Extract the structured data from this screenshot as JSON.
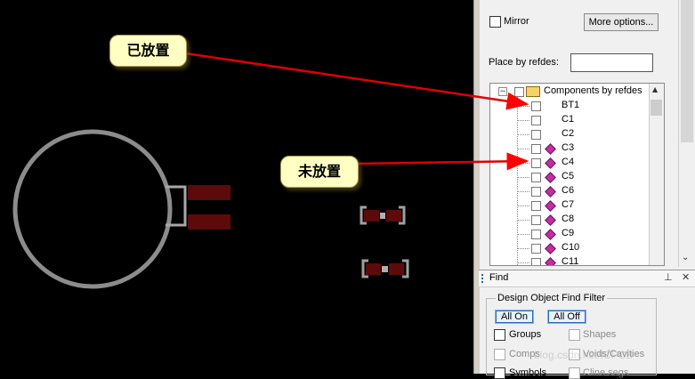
{
  "callouts": {
    "placed": "已放置",
    "unplaced": "未放置"
  },
  "options": {
    "mirror_label": "Mirror",
    "mirror_checked": false,
    "more_options_label": "More options...",
    "place_by_refdes_label": "Place by refdes:",
    "place_by_refdes_value": ""
  },
  "tree": {
    "root_label": "Components by refdes",
    "root_expanded": true,
    "items": [
      {
        "refdes": "BT1",
        "symbol": false
      },
      {
        "refdes": "C1",
        "symbol": false
      },
      {
        "refdes": "C2",
        "symbol": false
      },
      {
        "refdes": "C3",
        "symbol": true
      },
      {
        "refdes": "C4",
        "symbol": true
      },
      {
        "refdes": "C5",
        "symbol": true
      },
      {
        "refdes": "C6",
        "symbol": true
      },
      {
        "refdes": "C7",
        "symbol": true
      },
      {
        "refdes": "C8",
        "symbol": true
      },
      {
        "refdes": "C9",
        "symbol": true
      },
      {
        "refdes": "C10",
        "symbol": true
      },
      {
        "refdes": "C11",
        "symbol": true
      }
    ]
  },
  "find": {
    "title": "Find",
    "filter_title": "Design Object Find Filter",
    "all_on": "All On",
    "all_off": "All Off",
    "groups": "Groups",
    "shapes": "Shapes",
    "comps": "Comps",
    "voids": "Voids/Cavities",
    "symbols": "Symbols",
    "cline_segs": "Cline segs"
  },
  "watermark": "blog.csdn.net/ICPCB",
  "colors": {
    "canvas_bg": "#000000",
    "outline": "#8c8c8c",
    "pad": "#5c0a0a",
    "callout_bg": "#ffffc4",
    "arrow": "#ff0000",
    "panel_bg": "#f0f0f0",
    "symbol": "#c030a0"
  }
}
